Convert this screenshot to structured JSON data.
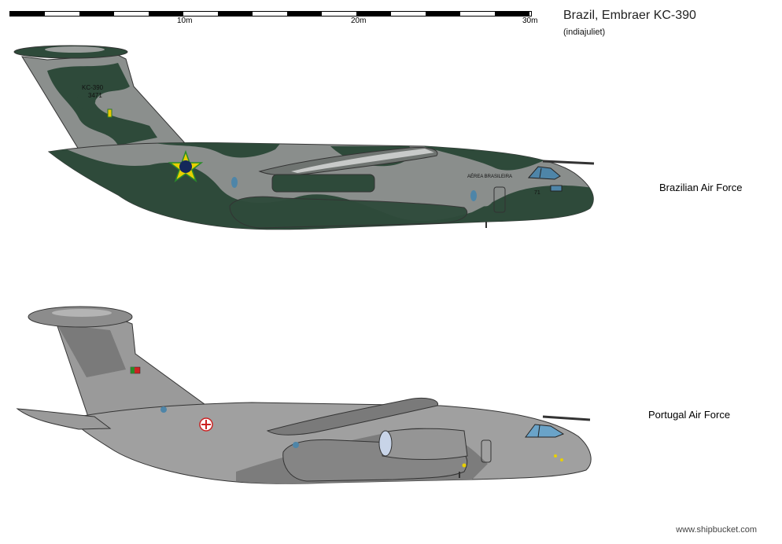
{
  "scale": {
    "labels": [
      "10m",
      "20m",
      "30m"
    ]
  },
  "header": {
    "title": "Brazil, Embraer KC-390",
    "author": "(indiajuliet)"
  },
  "aircraft": [
    {
      "caption": "Brazilian Air Force",
      "tail_code_1": "KC-390",
      "tail_code_2": "3471",
      "fuselage_text": "AÉREA BRASILEIRA",
      "nose_number": "71",
      "scheme": "green-grey camouflage",
      "colors": {
        "dark_green": "#2e4a3a",
        "grey": "#8a8e8c",
        "canopy": "#5a8fb0"
      }
    },
    {
      "caption": "Portugal Air Force",
      "scheme": "grey two-tone",
      "colors": {
        "light_grey": "#9a9a9a",
        "dark_grey": "#787878",
        "canopy": "#6aa3c8"
      }
    }
  ],
  "footer": {
    "credit": "www.shipbucket.com"
  }
}
